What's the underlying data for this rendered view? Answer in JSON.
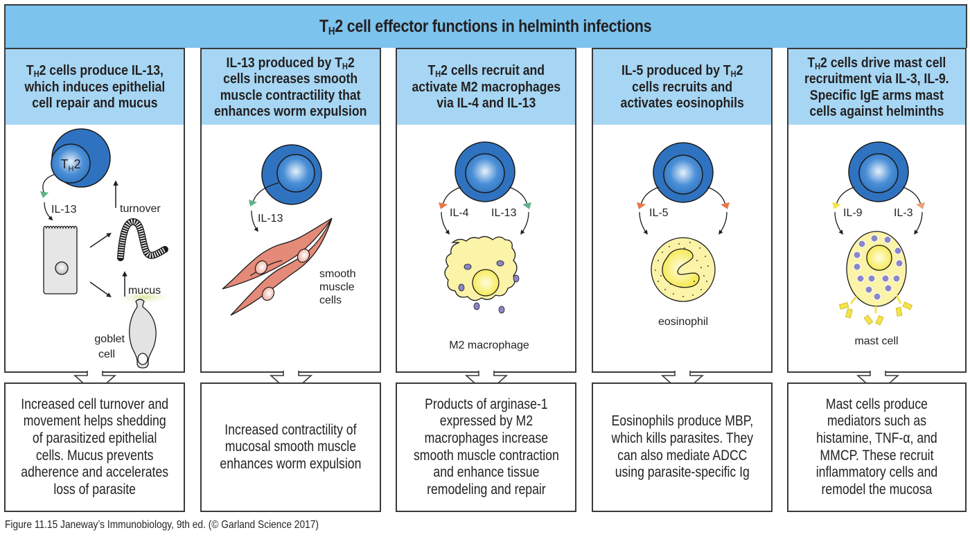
{
  "title": {
    "prefix": "T",
    "sub": "H",
    "rest": "2 cell effector functions in helminth infections"
  },
  "colors": {
    "title_bar": "#7cc3ed",
    "column_header": "#a6d6f3",
    "th2_cell": "#2f73c0",
    "il13_ligand": "#5fb38a",
    "il4_ligand": "#e8784a",
    "il5_ligand": "#e8784a",
    "il9_ligand": "#f4e34a",
    "il3_ligand": "#eea07a",
    "smooth_muscle": "#e48a78",
    "macrophage": "#fbf3a8",
    "granule": "#8a86c8"
  },
  "columns": [
    {
      "header_lines": [
        {
          "prefix": "T",
          "sub": "H",
          "rest": "2 cells produce IL-13,"
        },
        {
          "prefix": "",
          "sub": "",
          "rest": "which induces epithelial"
        },
        {
          "prefix": "",
          "sub": "",
          "rest": "cell repair and mucus"
        }
      ],
      "labels": {
        "th2_prefix": "T",
        "th2_sub": "H",
        "th2_rest": "2",
        "cytokine": "IL-13",
        "turnover": "turnover",
        "mucus": "mucus",
        "goblet_1": "goblet",
        "goblet_2": "cell"
      },
      "result_lines": [
        "Increased cell turnover and",
        "movement helps shedding",
        "of parasitized epithelial",
        "cells. Mucus prevents",
        "adherence and accelerates",
        "loss of parasite"
      ]
    },
    {
      "header_lines": [
        {
          "prefix": "IL-13 produced by T",
          "sub": "H",
          "rest": "2"
        },
        {
          "prefix": "",
          "sub": "",
          "rest": "cells increases smooth"
        },
        {
          "prefix": "",
          "sub": "",
          "rest": "muscle contractility that"
        },
        {
          "prefix": "",
          "sub": "",
          "rest": "enhances worm expulsion"
        }
      ],
      "labels": {
        "cytokine": "IL-13",
        "cell_1": "smooth",
        "cell_2": "muscle",
        "cell_3": "cells"
      },
      "result_lines": [
        "Increased contractility of",
        "mucosal smooth muscle",
        "enhances worm expulsion"
      ]
    },
    {
      "header_lines": [
        {
          "prefix": "T",
          "sub": "H",
          "rest": "2 cells recruit and"
        },
        {
          "prefix": "",
          "sub": "",
          "rest": "activate M2 macrophages"
        },
        {
          "prefix": "",
          "sub": "",
          "rest": "via IL-4 and IL-13"
        }
      ],
      "labels": {
        "cytokine_left": "IL-4",
        "cytokine_right": "IL-13",
        "cell": "M2 macrophage"
      },
      "result_lines": [
        "Products of arginase-1",
        "expressed by M2",
        "macrophages increase",
        "smooth muscle contraction",
        "and enhance tissue",
        "remodeling and repair"
      ]
    },
    {
      "header_lines": [
        {
          "prefix": "IL-5 produced by T",
          "sub": "H",
          "rest": "2"
        },
        {
          "prefix": "",
          "sub": "",
          "rest": "cells recruits and"
        },
        {
          "prefix": "",
          "sub": "",
          "rest": "activates eosinophils"
        }
      ],
      "labels": {
        "cytokine_left": "IL-5",
        "cell": "eosinophil"
      },
      "result_lines": [
        "Eosinophils produce MBP,",
        "which kills parasites. They",
        "can also mediate ADCC",
        "using parasite-specific Ig"
      ]
    },
    {
      "header_lines": [
        {
          "prefix": "T",
          "sub": "H",
          "rest": "2 cells drive mast cell"
        },
        {
          "prefix": "",
          "sub": "",
          "rest": "recruitment via IL-3, IL-9."
        },
        {
          "prefix": "",
          "sub": "",
          "rest": "Specific IgE arms mast"
        },
        {
          "prefix": "",
          "sub": "",
          "rest": "cells against helminths"
        }
      ],
      "labels": {
        "cytokine_left": "IL-9",
        "cytokine_right": "IL-3",
        "cell": "mast cell"
      },
      "result_lines": [
        "Mast cells produce",
        "mediators such as",
        "histamine, TNF-α, and",
        "MMCP. These recruit",
        "inflammatory cells and",
        "remodel the mucosa"
      ]
    }
  ],
  "caption": "Figure 11.15  Janeway’s Immunobiology, 9th ed. (© Garland Science 2017)"
}
